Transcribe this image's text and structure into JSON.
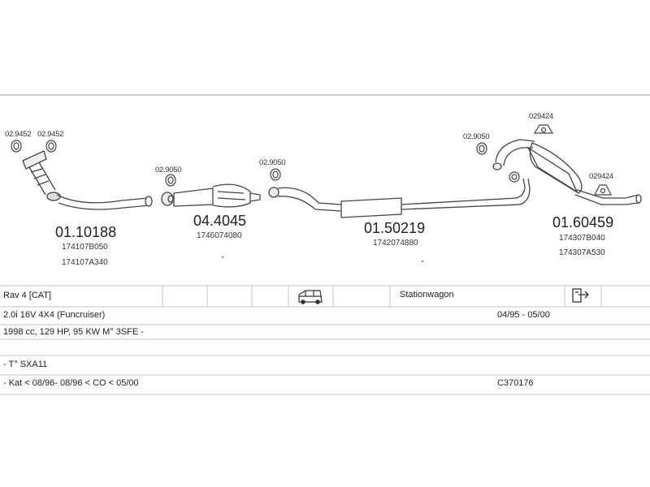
{
  "parts": [
    {
      "number": "01.10188",
      "codes": [
        "174107B050",
        "174107A340"
      ]
    },
    {
      "number": "04.4045",
      "codes": [
        "1746074080"
      ]
    },
    {
      "number": "01.50219",
      "codes": [
        "1742074880"
      ]
    },
    {
      "number": "01.60459",
      "codes": [
        "174307B040",
        "174307A530"
      ]
    }
  ],
  "small_parts": {
    "gasket_a": "02.9452",
    "gasket_b": "02.9452",
    "gasket_c": "02.9050",
    "gasket_d": "02.9050",
    "gasket_e": "02.9050",
    "hanger_top": "029424",
    "hanger_right": "029424"
  },
  "table": {
    "model": "Rav 4  [CAT]",
    "body_type": "Stationwagon",
    "engine": "2.0i 16V 4X4 (Funcruiser)",
    "period": "04/95 - 05/00",
    "specs": "1998 cc, 129 HP, 95 KW M° 3SFE -",
    "type_code": "- T° SXA11",
    "kat": "- Kat < 08/96- 08/96 < CO < 05/00",
    "ref": "C370176"
  },
  "icons": {
    "car_icon": "van-icon",
    "doc_icon": "document-arrow-icon"
  }
}
